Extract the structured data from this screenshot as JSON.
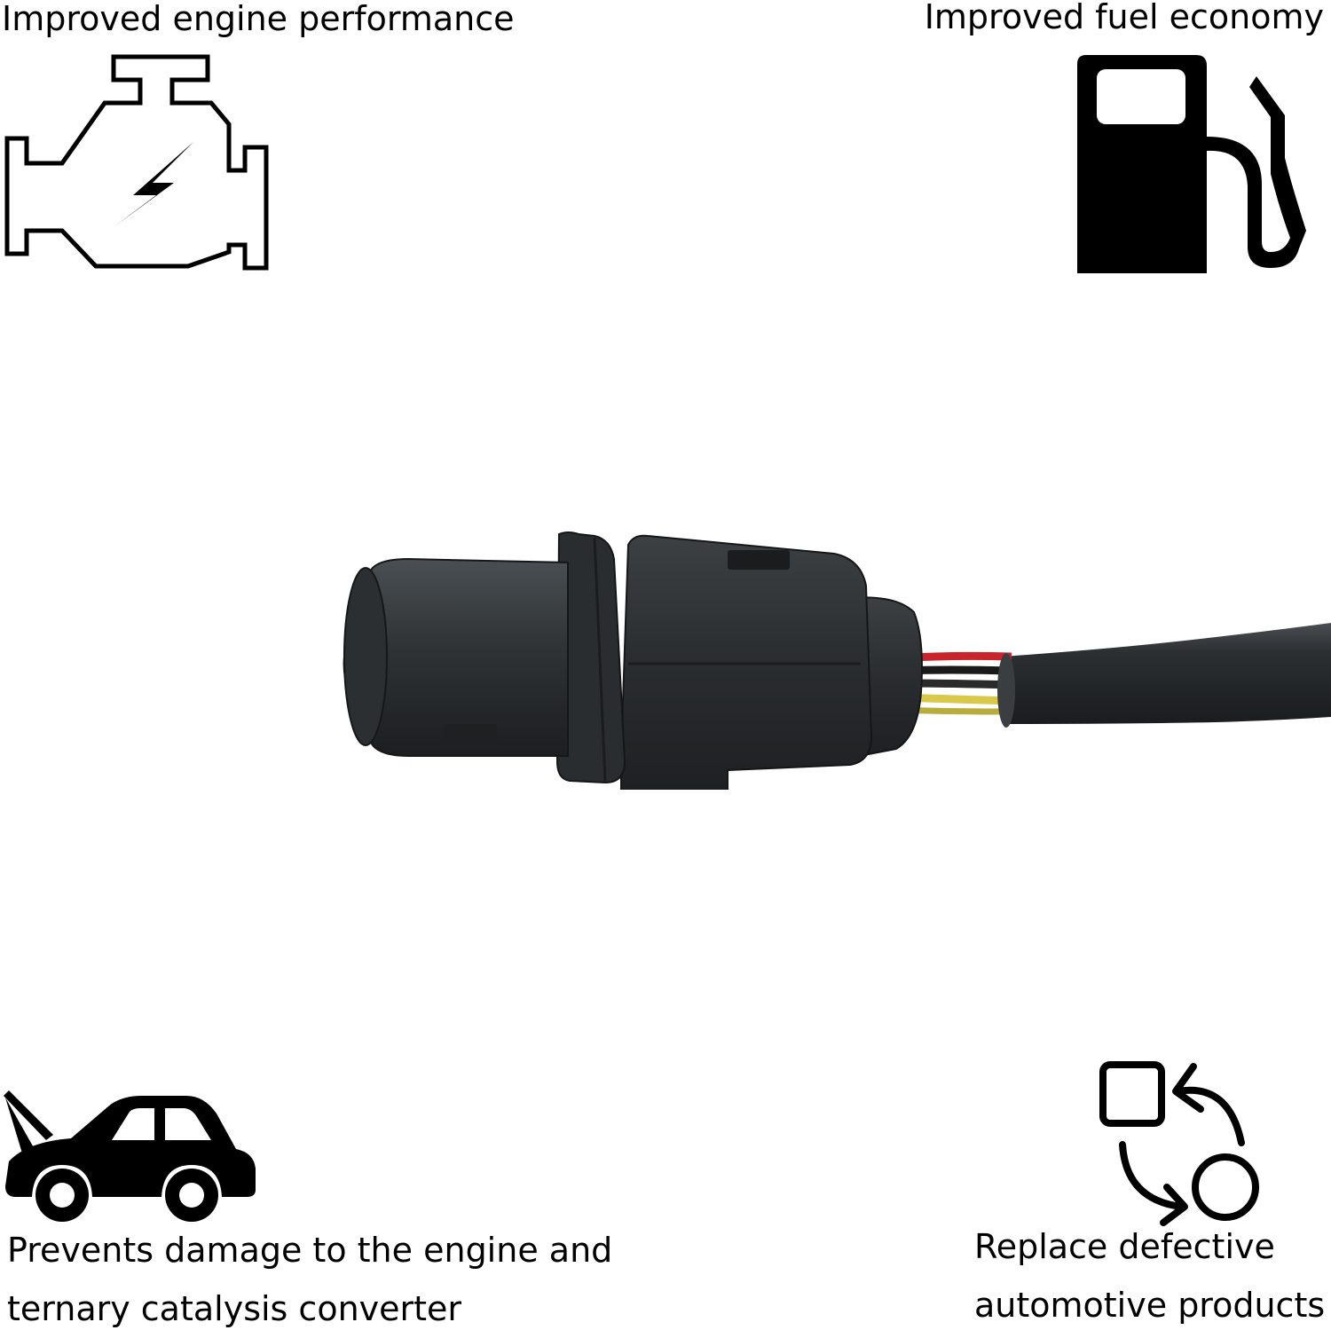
{
  "features": {
    "engine": {
      "lines": [
        "Improved engine performance"
      ],
      "icon": "engine-check-icon"
    },
    "fuel": {
      "lines": [
        "Improved fuel economy"
      ],
      "icon": "fuel-pump-icon"
    },
    "damage": {
      "lines": [
        "Prevents damage to the engine and",
        "ternary catalysis converter"
      ],
      "icon": "car-open-hood-icon"
    },
    "replace": {
      "lines": [
        "Replace defective",
        "automotive products"
      ],
      "icon": "swap-cycle-icon"
    }
  },
  "product": {
    "icon": "oxygen-sensor-connector"
  },
  "colors": {
    "text": "#000000",
    "connector": "#2a2d2f",
    "wire_red": "#c8242b",
    "wire_yellow": "#d9c84a"
  }
}
